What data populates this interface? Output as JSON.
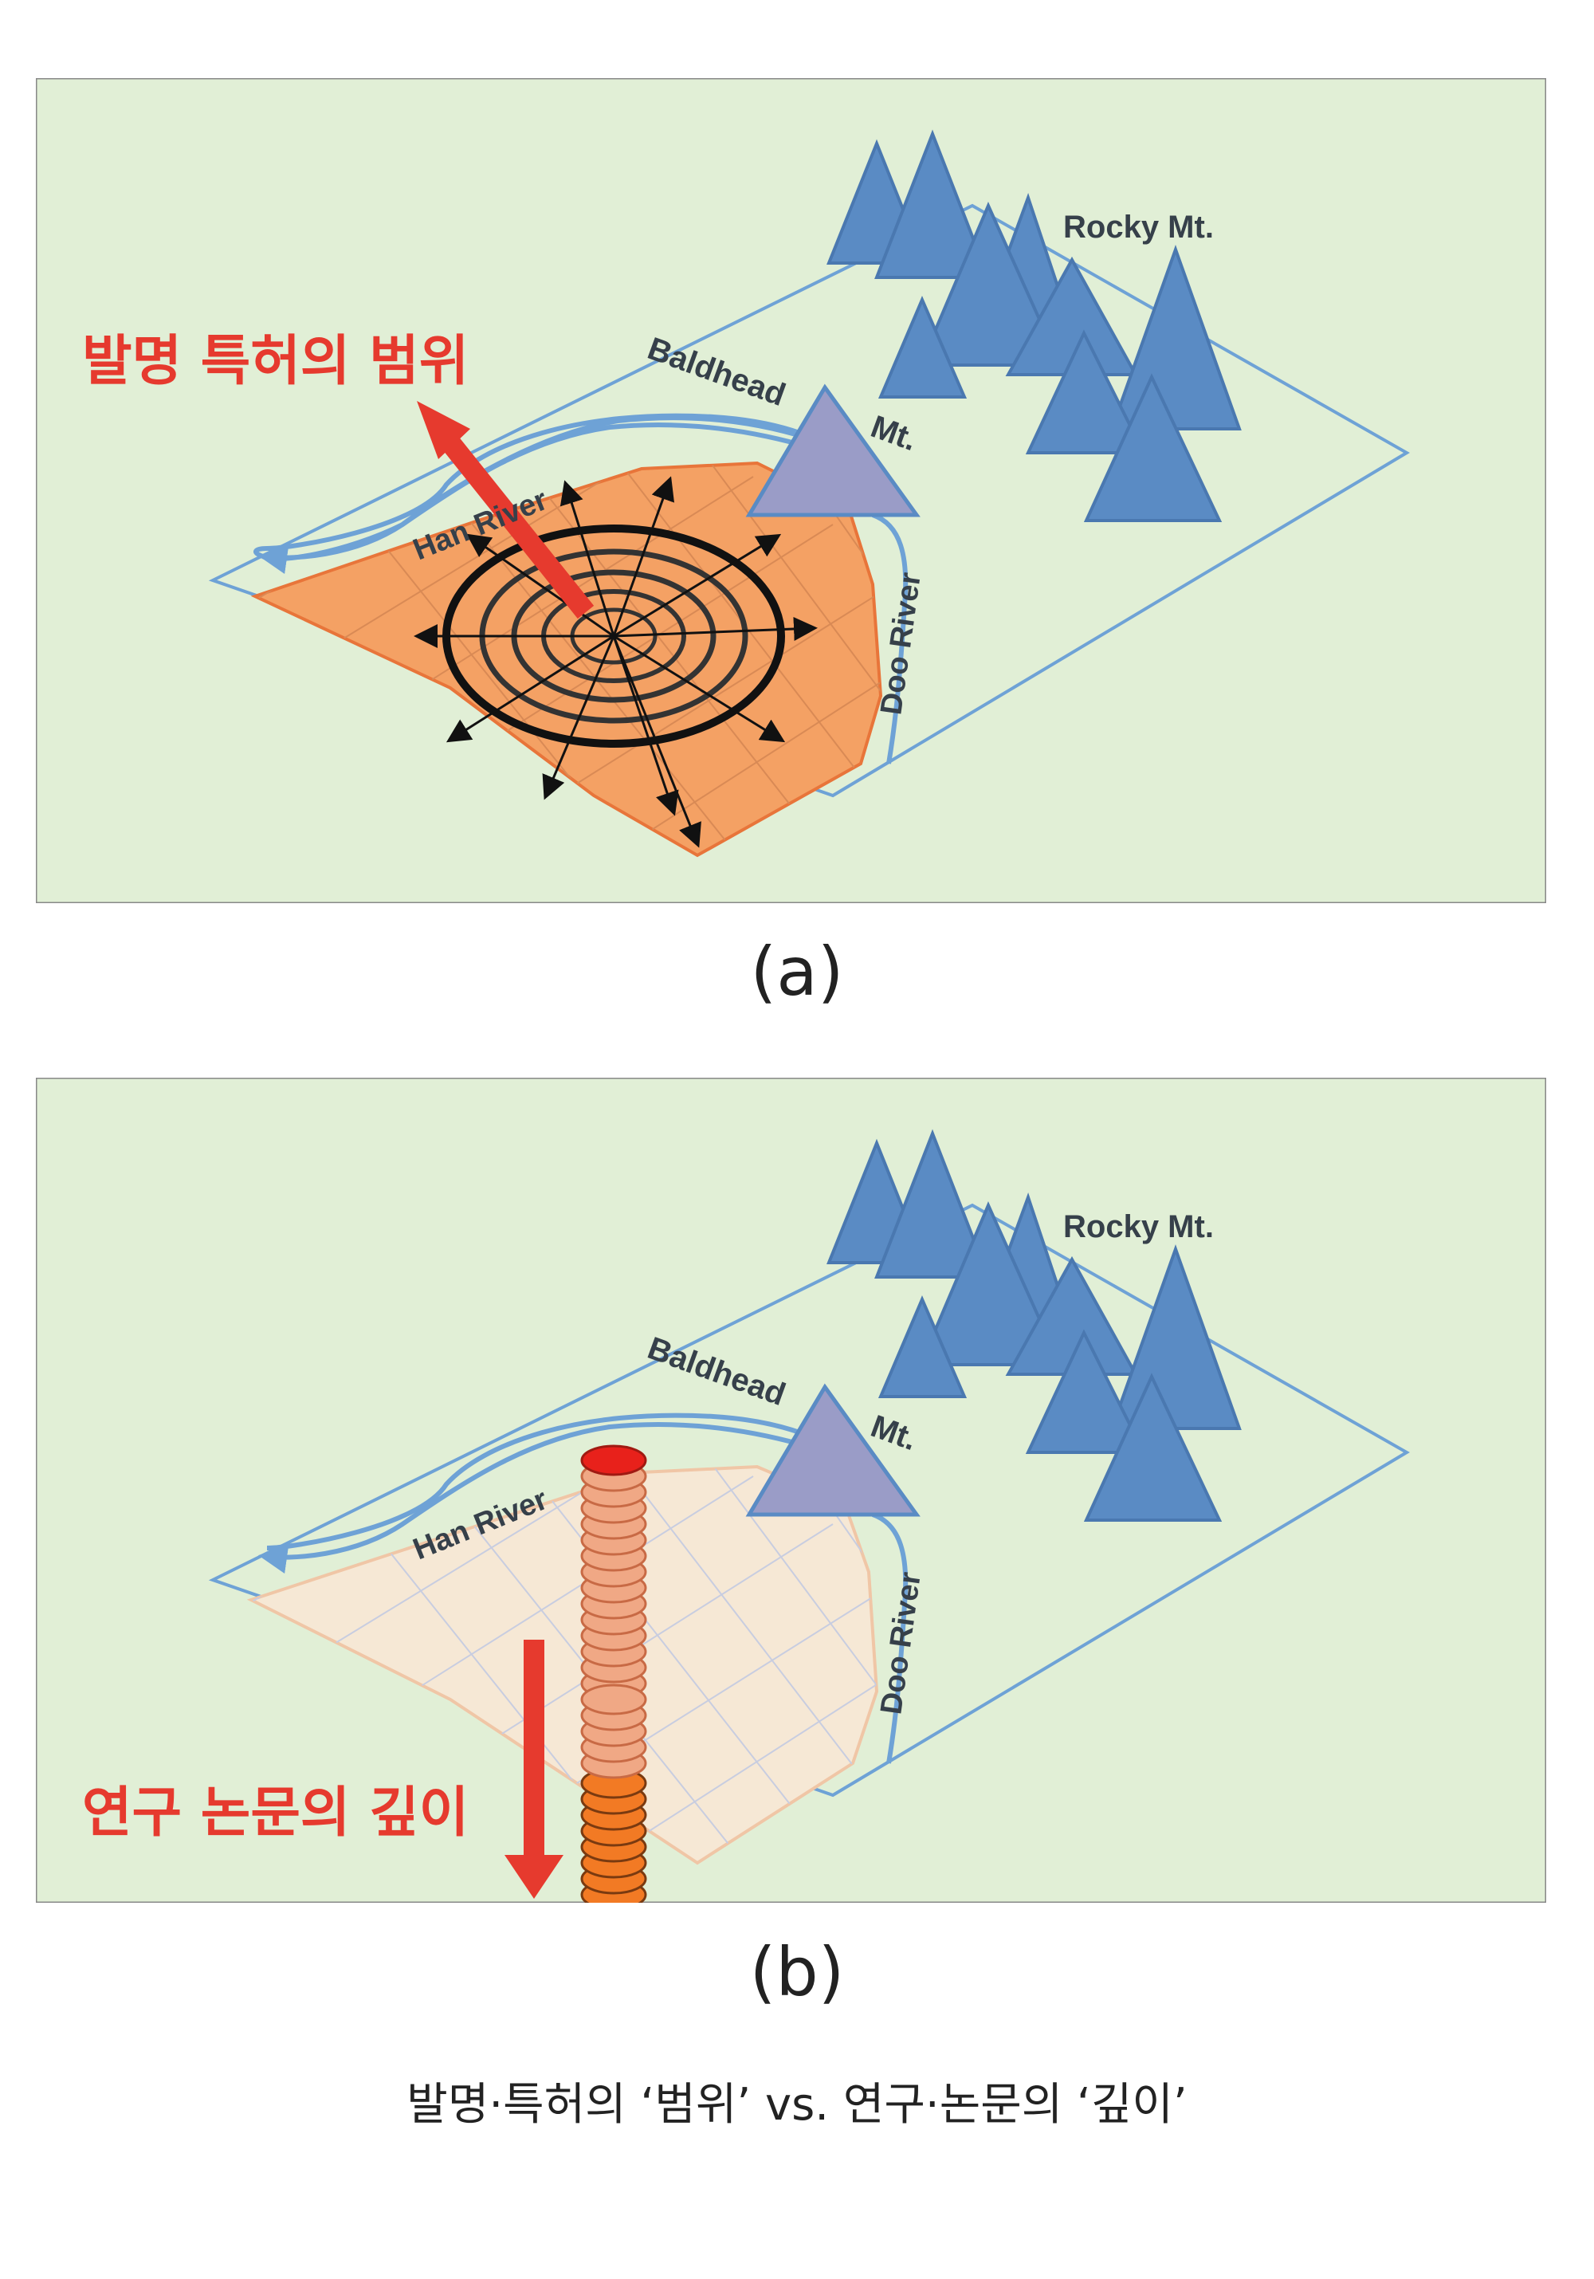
{
  "panels": [
    {
      "id": "a",
      "label": "(a)",
      "annotation": "발명 특허의 범위",
      "rocky_label": "Rocky  Mt.",
      "baldhead_label": "Baldhead",
      "baldhead_mt_label": "Mt.",
      "han_label": "Han River",
      "doo_label": "Doo River"
    },
    {
      "id": "b",
      "label": "(b)",
      "annotation": "연구 논문의 깊이",
      "rocky_label": "Rocky  Mt.",
      "baldhead_label": "Baldhead",
      "baldhead_mt_label": "Mt.",
      "han_label": "Han River",
      "doo_label": "Doo River"
    }
  ],
  "caption": "발명·특허의 ‘범위’ vs. 연구·논문의 ‘깊이’",
  "colors": {
    "background": "#e1efd6",
    "mountain": "#5a8bc4",
    "baldhead": "#9a9cc7",
    "river": "#6ea2d6",
    "scope_area": "#f4a164",
    "depth_area": "#f6e8d5",
    "annotation": "#e63a2e"
  }
}
